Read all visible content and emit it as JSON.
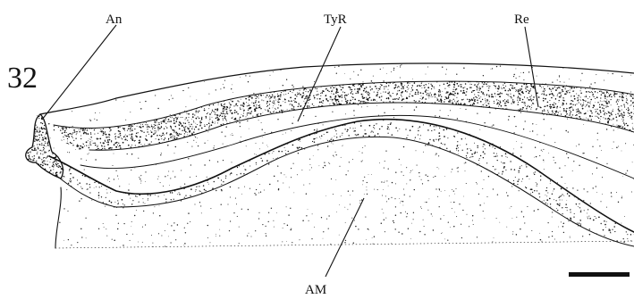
{
  "figure": {
    "number": "32",
    "labels": {
      "an": "An",
      "tyr": "TyR",
      "re": "Re",
      "am": "AM"
    },
    "scale_bar": {
      "shown": true
    }
  },
  "colors": {
    "ink": "#111111",
    "background": "#ffffff"
  }
}
